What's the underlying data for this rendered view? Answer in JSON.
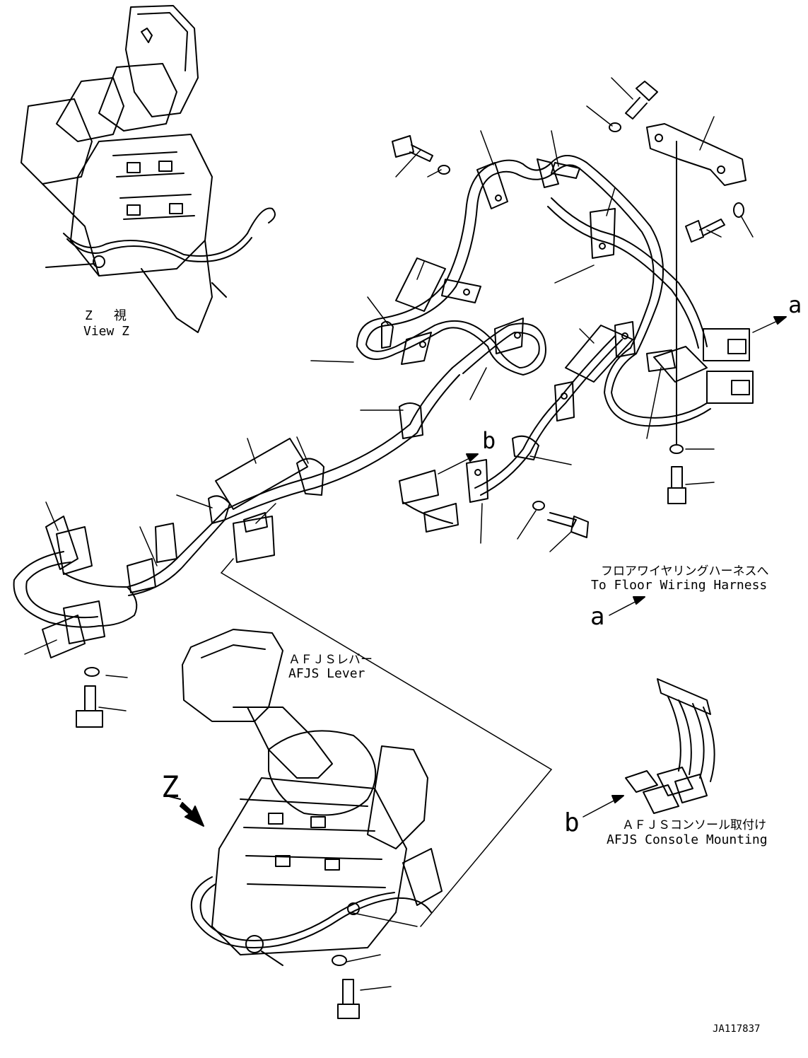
{
  "labels": {
    "view_z_jp": "Z　視",
    "view_z_en": "View Z",
    "arrow_a_top": "a",
    "arrow_b_mid": "b",
    "floor_harness_jp": "フロアワイヤリングハーネスへ",
    "floor_harness_en": "To Floor Wiring Harness",
    "arrow_a_legend": "a",
    "afjs_lever_jp": "ＡＦＪＳレバー",
    "afjs_lever_en": "AFJS Lever",
    "view_marker_z": "Z",
    "arrow_b_legend": "b",
    "afjs_console_jp": "ＡＦＪＳコンソール取付け",
    "afjs_console_en": "AFJS Console Mounting",
    "drawing_number": "JA117837"
  }
}
